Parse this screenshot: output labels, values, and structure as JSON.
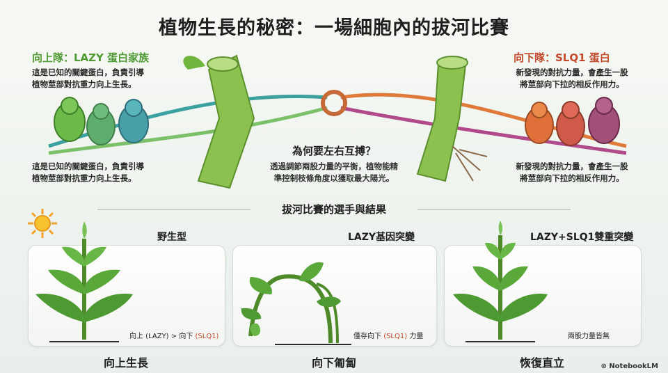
{
  "title": "植物生長的秘密：一場細胞內的拔河比賽",
  "left_team": {
    "heading": "向上隊：LAZY 蛋白家族",
    "desc_top_1": "這是已知的關鍵蛋白，負責引導",
    "desc_top_2": "植物莖部對抗重力向上生長。",
    "desc_bottom_1": "這是已知的關鍵蛋白，負責引導",
    "desc_bottom_2": "植物莖部對抗重力向上生長。",
    "color": "#4f9a34"
  },
  "right_team": {
    "heading": "向下隊：SLQ1 蛋白",
    "desc_top_1": "新發現的對抗力量，會產生一股",
    "desc_top_2": "將莖部向下拉的相反作用力。",
    "desc_bottom_1": "新發現的對抗力量，會產生一股",
    "desc_bottom_2": "將莖部向下拉的相反作用力。",
    "color": "#c24a2a"
  },
  "center": {
    "question": "為何要左右互搏？",
    "answer_1": "透過調節兩股力量的平衡，植物能精",
    "answer_2": "準控制枝條角度以獲取最大陽光。"
  },
  "section": {
    "title": "拔河比賽的選手與結果"
  },
  "panels": [
    {
      "label": "野生型",
      "note_prefix": "向上 (LAZY) > 向下 ",
      "note_red": "(SLQ1)",
      "note_suffix": "",
      "result": "向上生長"
    },
    {
      "label": "LAZY基因突變",
      "note_prefix": "僅存向下 ",
      "note_red": "(SLQ1)",
      "note_suffix": " 力量",
      "result": "向下匍匐"
    },
    {
      "label": "LAZY+SLQ1雙重突變",
      "note_prefix": "兩股力量皆無",
      "note_red": "",
      "note_suffix": "",
      "result": "恢復直立"
    }
  ],
  "logo": "NotebookLM",
  "icons": [
    "sun-icon",
    "notebooklm-logo-icon"
  ],
  "colors": {
    "rope_green": "#3aa0a0",
    "rope_red": "#d05a3a",
    "stem": "#8cc150",
    "leaf": "#4e9a32"
  }
}
